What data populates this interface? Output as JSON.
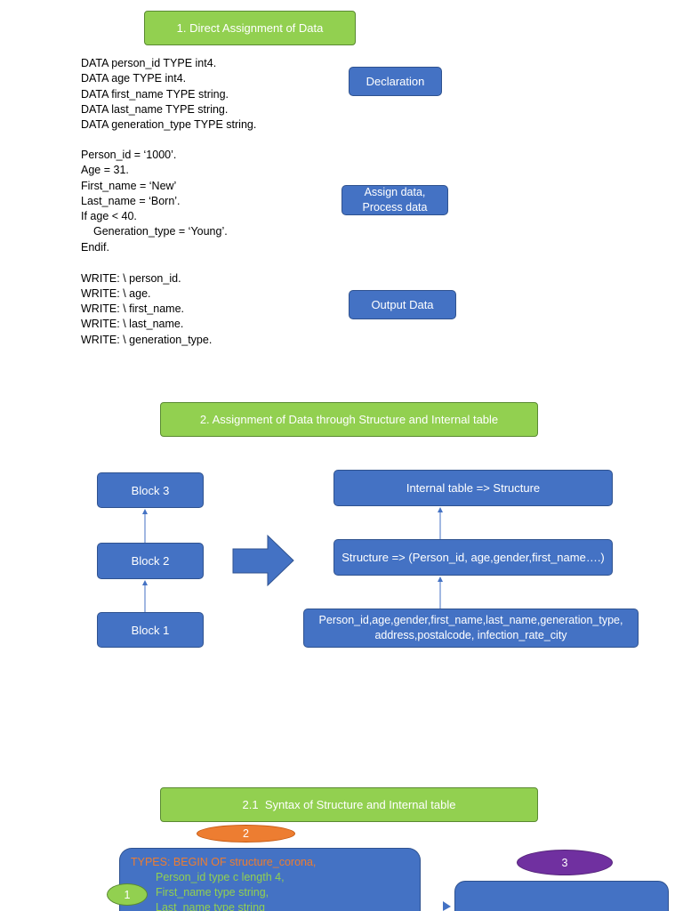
{
  "colors": {
    "header_fill": "#92D050",
    "header_border": "#5A8A32",
    "box_fill": "#4472C4",
    "box_border": "#2F528F",
    "badge_orange": "#ED7D31",
    "badge_purple": "#7030A0",
    "badge_green": "#92D050",
    "code_orange": "#ED7D31",
    "code_green": "#92D050"
  },
  "section1": {
    "title": "1. Direct Assignment of Data",
    "declarations": [
      "DATA person_id TYPE int4.",
      "DATA age TYPE int4.",
      "DATA first_name TYPE string.",
      "DATA last_name TYPE string.",
      "DATA generation_type TYPE string."
    ],
    "assignments": [
      "Person_id = ‘1000’.",
      "Age = 31.",
      "First_name = ‘New’",
      "Last_name = ‘Born’.",
      "If age < 40.",
      "Generation_type = ‘Young’.",
      "Endif."
    ],
    "outputs": [
      "WRITE: \\ person_id.",
      "WRITE: \\ age.",
      "WRITE: \\ first_name.",
      "WRITE: \\ last_name.",
      "WRITE: \\ generation_type."
    ],
    "step_labels": {
      "declaration": "Declaration",
      "assign_line1": "Assign data,",
      "assign_line2": "Process data",
      "output": "Output Data"
    }
  },
  "section2": {
    "title": "2. Assignment of Data through Structure and Internal table",
    "blocks": [
      "Block 3",
      "Block 2",
      "Block 1"
    ],
    "flow": {
      "top": "Internal table => Structure",
      "middle": "Structure => (Person_id, age,gender,first_name….)",
      "bottom_line1": "Person_id,age,gender,first_name,last_name,generation_type,",
      "bottom_line2": "address,postalcode, infection_rate_city"
    }
  },
  "section3": {
    "title": "2.1  Syntax of Structure and Internal table",
    "badges": {
      "first": "1",
      "second": "2",
      "third": "3"
    },
    "types_code": {
      "begin": "TYPES: BEGIN OF structure_corona,",
      "fields": [
        "Person_id type c length 4,",
        "First_name type string,",
        "Last_name type string"
      ]
    }
  }
}
